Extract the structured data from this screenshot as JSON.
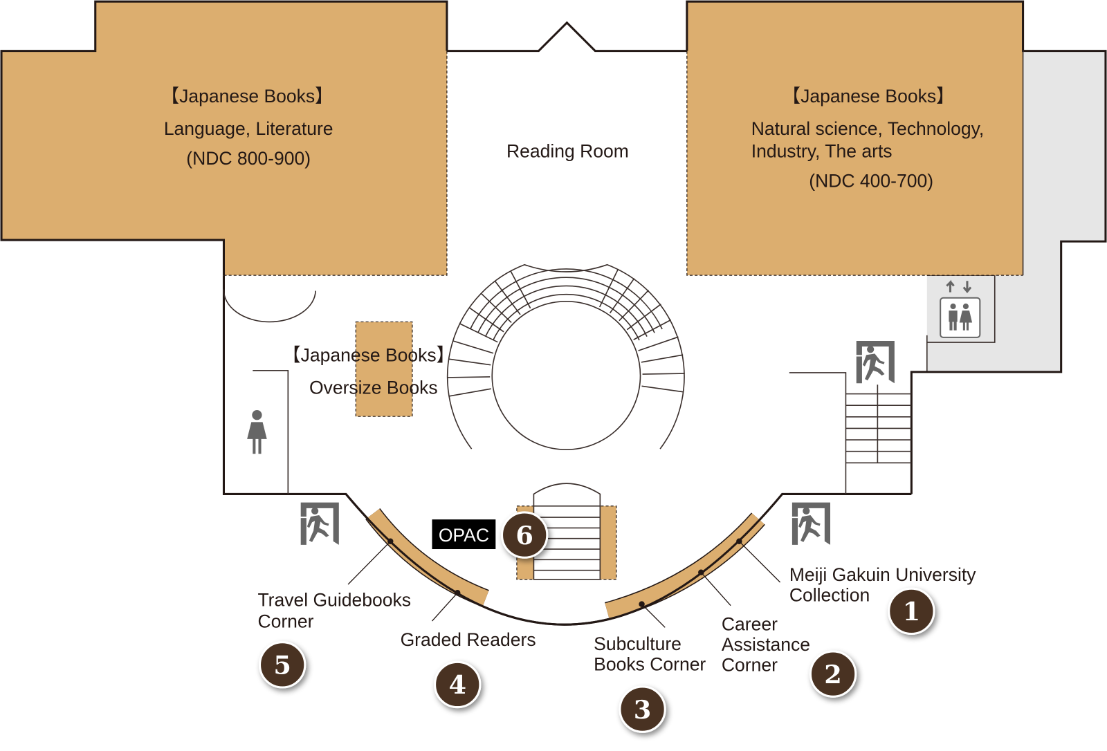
{
  "map": {
    "areas": {
      "left_block": {
        "title": "【Japanese Books】",
        "line1": "Language, Literature",
        "line2": "(NDC 800-900)"
      },
      "right_block": {
        "title": "【Japanese Books】",
        "line1": "Natural science, Technology,",
        "line2": "Industry, The arts",
        "line3": "(NDC 400-700)"
      },
      "reading_room": "Reading Room",
      "oversize": {
        "title": "【Japanese Books】",
        "line1": "Oversize Books"
      },
      "opac": "OPAC"
    },
    "markers": [
      {
        "number": "1",
        "label1": "Meiji Gakuin University",
        "label2": "Collection"
      },
      {
        "number": "2",
        "label1": "Career",
        "label2": "Assistance",
        "label3": "Corner"
      },
      {
        "number": "3",
        "label1": "Subculture",
        "label2": "Books Corner"
      },
      {
        "number": "4",
        "label1": "Graded Readers"
      },
      {
        "number": "5",
        "label1": "Travel Guidebooks",
        "label2": "Corner"
      },
      {
        "number": "6"
      }
    ],
    "icons": [
      "emergency-exit-icon",
      "elevator-icon",
      "restroom-icon",
      "female-restroom-icon"
    ],
    "colors": {
      "shelf": "#dcae6f",
      "marker": "#4a3321",
      "wall": "#231815",
      "service_area": "#e6e6e6"
    }
  }
}
